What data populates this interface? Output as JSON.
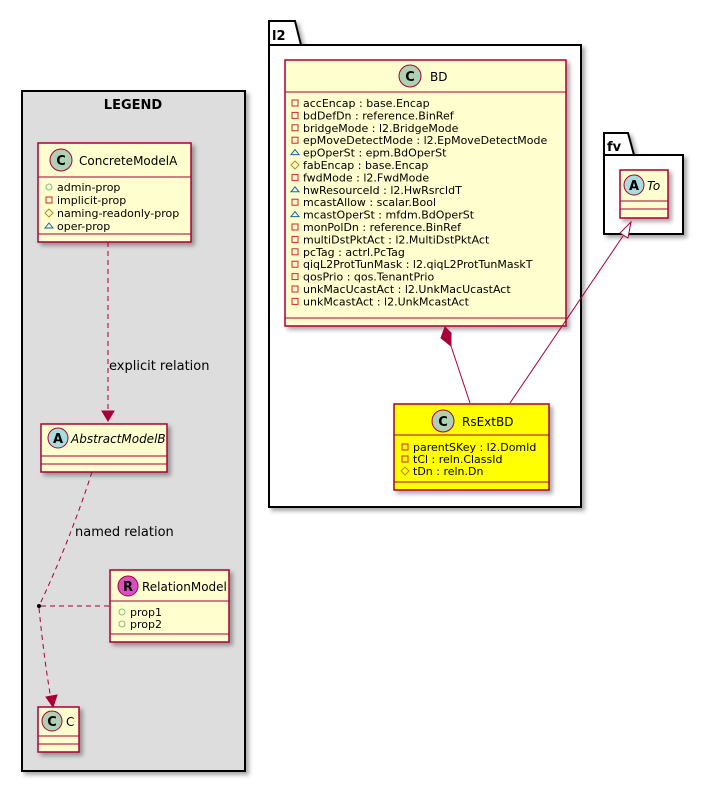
{
  "legend": {
    "title": "LEGEND",
    "concrete": {
      "glyph": "C",
      "name": "ConcreteModelA",
      "attrs": [
        {
          "vis": "+",
          "text": "admin-prop"
        },
        {
          "vis": "-",
          "text": "implicit-prop"
        },
        {
          "vis": "#",
          "text": "naming-readonly-prop"
        },
        {
          "vis": "~",
          "text": "oper-prop"
        }
      ]
    },
    "abstract": {
      "glyph": "A",
      "name": "AbstractModelB"
    },
    "relation_model": {
      "glyph": "R",
      "name": "RelationModel",
      "attrs": [
        {
          "vis": "+",
          "text": "prop1"
        },
        {
          "vis": "+",
          "text": "prop2"
        }
      ]
    },
    "c_class": {
      "glyph": "C",
      "name": "C"
    },
    "explicit_label": "explicit relation",
    "named_label": "named relation"
  },
  "l2": {
    "package": "l2",
    "bd": {
      "glyph": "C",
      "name": "BD",
      "attrs": [
        {
          "vis": "-",
          "text": "accEncap : base.Encap"
        },
        {
          "vis": "-",
          "text": "bdDefDn : reference.BinRef"
        },
        {
          "vis": "-",
          "text": "bridgeMode : l2.BridgeMode"
        },
        {
          "vis": "-",
          "text": "epMoveDetectMode : l2.EpMoveDetectMode"
        },
        {
          "vis": "~",
          "text": "epOperSt : epm.BdOperSt"
        },
        {
          "vis": "#",
          "text": "fabEncap : base.Encap"
        },
        {
          "vis": "-",
          "text": "fwdMode : l2.FwdMode"
        },
        {
          "vis": "~",
          "text": "hwResourceId : l2.HwRsrcIdT"
        },
        {
          "vis": "-",
          "text": "mcastAllow : scalar.Bool"
        },
        {
          "vis": "~",
          "text": "mcastOperSt : mfdm.BdOperSt"
        },
        {
          "vis": "-",
          "text": "monPolDn : reference.BinRef"
        },
        {
          "vis": "-",
          "text": "multiDstPktAct : l2.MultiDstPktAct"
        },
        {
          "vis": "-",
          "text": "pcTag : actrl.PcTag"
        },
        {
          "vis": "-",
          "text": "qiqL2ProtTunMask : l2.qiqL2ProtTunMaskT"
        },
        {
          "vis": "-",
          "text": "qosPrio : qos.TenantPrio"
        },
        {
          "vis": "-",
          "text": "unkMacUcastAct : l2.UnkMacUcastAct"
        },
        {
          "vis": "-",
          "text": "unkMcastAct : l2.UnkMcastAct"
        }
      ]
    },
    "rsextbd": {
      "glyph": "C",
      "name": "RsExtBD",
      "attrs": [
        {
          "vis": "-",
          "text": "parentSKey : l2.DomId"
        },
        {
          "vis": "-",
          "text": "tCl : reln.ClassId"
        },
        {
          "vis": "#",
          "text": "tDn : reln.Dn"
        }
      ]
    }
  },
  "fv": {
    "package": "fv",
    "to": {
      "glyph": "A",
      "name": "To"
    }
  },
  "colors": {
    "class_fill": "#FEFECE",
    "class_border": "#A80036",
    "highlight_fill": "#FFFF00",
    "legend_fill": "#DDDDDD",
    "glyph_c": "#ADD1B2",
    "glyph_a": "#A9DCDF",
    "glyph_r": "#D94EC0",
    "vis_private": "#C82930",
    "vis_public": "#84BE84",
    "vis_protected": "#B38D22",
    "vis_package": "#1963A0"
  }
}
